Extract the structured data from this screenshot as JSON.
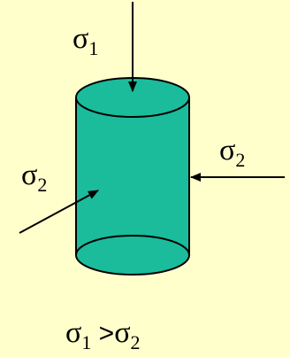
{
  "diagram": {
    "background_color": "#FFFFCC",
    "cylinder_color": "#1ABC9C",
    "line_color": "#000000",
    "labels": {
      "sigma1_top": {
        "symbol": "σ",
        "subscript": "1"
      },
      "sigma2_right": {
        "symbol": "σ",
        "subscript": "2"
      },
      "sigma2_left": {
        "symbol": "σ",
        "subscript": "2"
      }
    },
    "condition": {
      "sigma": "σ",
      "sub1": "1",
      "operator": " >",
      "sub2": "2"
    }
  }
}
